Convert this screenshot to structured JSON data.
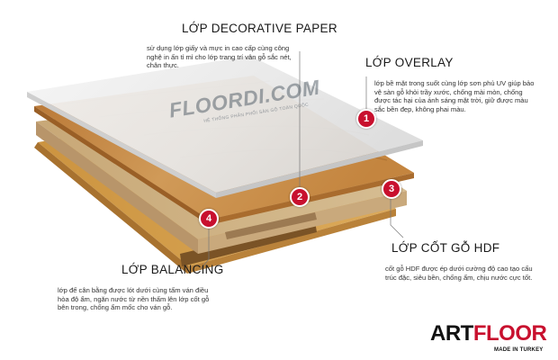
{
  "layers": [
    {
      "number": "1",
      "title": "LỚP OVERLAY",
      "description": "lớp bề mặt trong suốt cùng lớp sơn phủ UV giúp bảo vệ sàn gỗ khỏi trầy xước, chống mài mòn, chống được tác hại của ánh sáng mặt trời, giữ được màu sắc bền đẹp, không phai màu."
    },
    {
      "number": "2",
      "title": "LỚP DECORATIVE PAPER",
      "description": "sử dụng lớp giấy và mực in cao cấp cùng công nghệ in ấn tỉ mỉ cho lớp trang trí vân gỗ sắc nét, chân thực."
    },
    {
      "number": "3",
      "title": "LỚP CỐT GỖ HDF",
      "description": "cốt gỗ HDF được ép dưới cường độ cao tạo cấu trúc đặc, siêu bền, chống ẩm, chịu nước cực tốt."
    },
    {
      "number": "4",
      "title": "LỚP BALANCING",
      "description": "lớp đế cân bằng được lót dưới cùng tấm ván điều hòa độ ẩm, ngăn nước từ nền thấm lên lớp cốt gỗ bên trong, chống ẩm mốc cho ván gỗ."
    }
  ],
  "watermark": {
    "name": "FLOORDI.COM",
    "tagline": "HỆ THỐNG PHÂN PHỐI SÀN GỖ TOÀN QUỐC"
  },
  "brand": {
    "part1": "ART",
    "part2": "FLOOR",
    "tagline": "MADE IN TURKEY"
  },
  "colors": {
    "badge": "#c8102e",
    "overlay": "#ececec",
    "decor": "#c68a45",
    "hdf": "#cdb083",
    "balancing": "#d29a46"
  }
}
